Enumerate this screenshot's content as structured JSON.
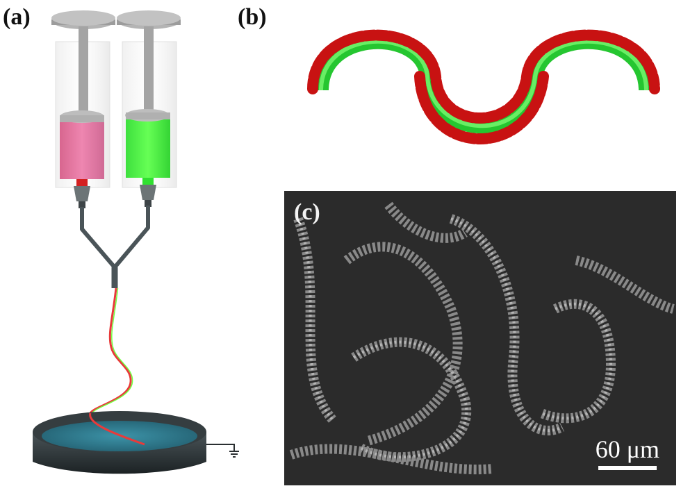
{
  "figure": {
    "panels": [
      {
        "id": "a",
        "label": "(a)",
        "description": "Dual-syringe co-axial electrospinning setup: two syringes (pink and green solutions) feeding a Y-junction nozzle, jet spiraling down to a grounded collector dish containing liquid",
        "colors": {
          "syringe_left": "#e87aa6",
          "syringe_right": "#4cf04c",
          "collector_liquid": "#2f7f95",
          "plunger": "#a8a8a8"
        }
      },
      {
        "id": "b",
        "label": "(b)",
        "description": "Schematic of a wavy green fiber wrapped with red helical coils",
        "colors": {
          "fiber": "#2fd43a",
          "coil": "#cc1010"
        }
      },
      {
        "id": "c",
        "label": "(c)",
        "description": "SEM micrograph of interwoven helically coiled fibers",
        "scale_bar": {
          "text": "60 μm"
        }
      }
    ]
  }
}
